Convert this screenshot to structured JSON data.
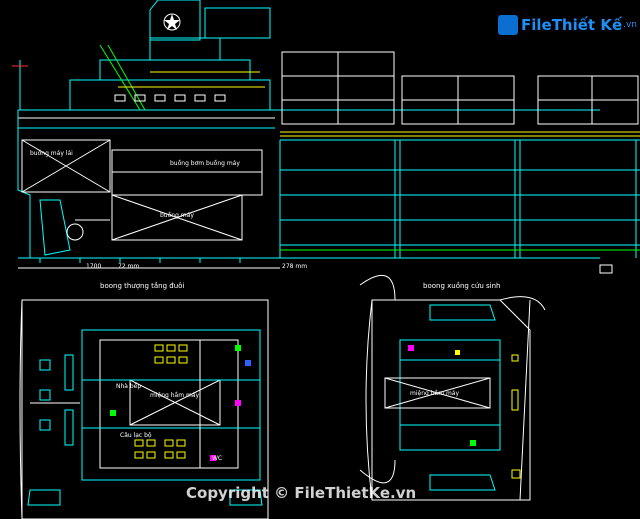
{
  "watermark": {
    "logo_text": "File",
    "logo_text2": "Thiết Kế",
    "logo_suffix": ".vn",
    "copyright": "Copyright © FileThietKe.vn"
  },
  "profile_labels": {
    "engine_room_left": "buồng máy lái",
    "pump_room": "buồng bơm buồng máy",
    "engine_room": "buồng máy",
    "dim_left": "1700",
    "dim_mid": "72 mm",
    "dim_right": "278 mm"
  },
  "plan_left": {
    "title": "boong thượng tầng đuôi",
    "hatch": "miệng hầm máy",
    "store": "Nhà bếp",
    "mess": "Câu lạc bộ",
    "wc": "WC"
  },
  "plan_right": {
    "title": "boong xuồng cứu sinh",
    "hatch": "miệng hầm máy"
  },
  "colors": {
    "line_cyan": "#00ffff",
    "line_white": "#ffffff",
    "line_yellow": "#ffff00",
    "line_green": "#00ff00",
    "line_magenta": "#ff00ff",
    "line_blue": "#3060ff",
    "line_red": "#ff3030"
  }
}
